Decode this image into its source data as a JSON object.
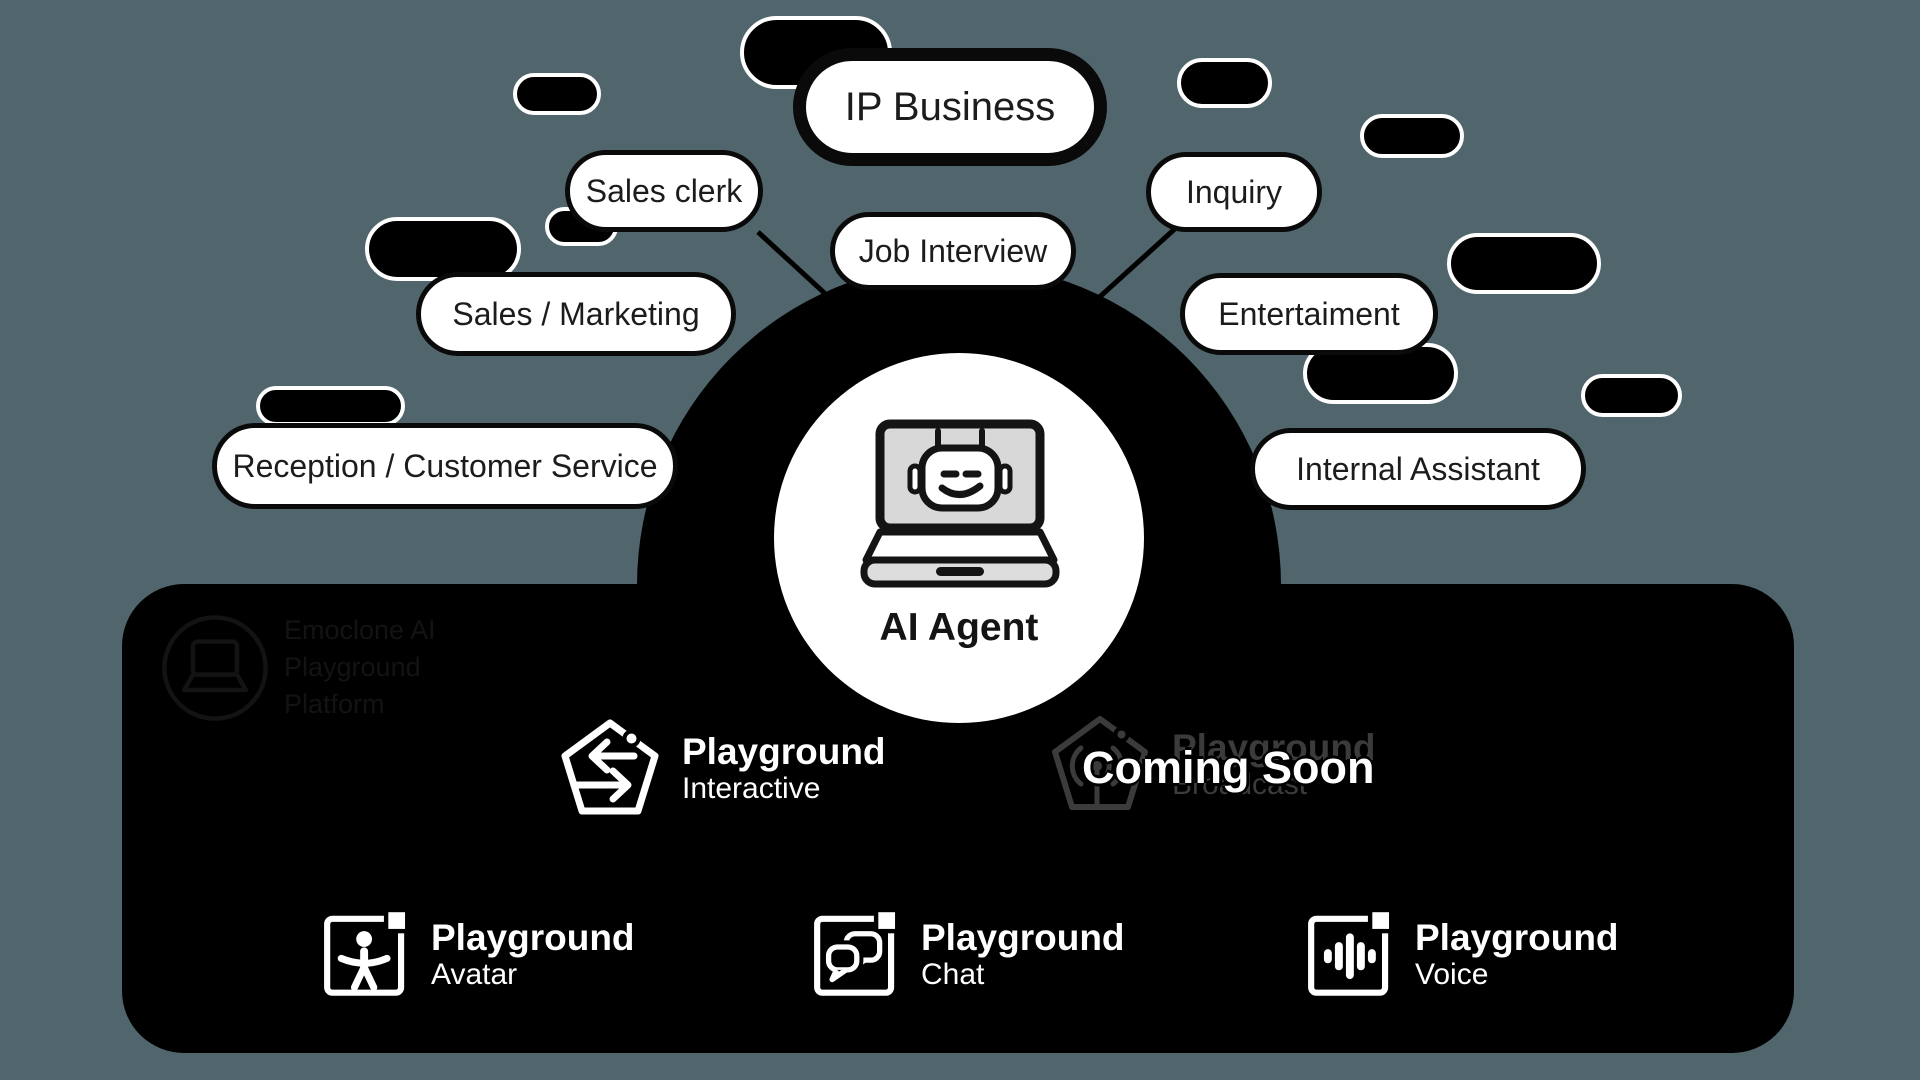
{
  "colors": {
    "background": "#50666c",
    "ink": "#000000",
    "paper": "#ffffff",
    "dimmed_gray": "#3b3b3b",
    "laptop_screen_gray": "#d8d8d8"
  },
  "bubbles": [
    {
      "label": "IP Business",
      "emphasized": true
    },
    {
      "label": "Sales clerk",
      "emphasized": false
    },
    {
      "label": "Job Interview",
      "emphasized": false
    },
    {
      "label": "Inquiry",
      "emphasized": false
    },
    {
      "label": "Sales / Marketing",
      "emphasized": false
    },
    {
      "label": "Entertaiment",
      "emphasized": false
    },
    {
      "label": "Reception / Customer Service",
      "emphasized": false
    },
    {
      "label": "Internal Assistant",
      "emphasized": false
    }
  ],
  "center_hub": {
    "label": "AI Agent",
    "icon": "ai-agent-laptop-icon"
  },
  "panel": {
    "logo": {
      "icon": "logo-circle-icon",
      "lines": [
        "Emoclone AI",
        "Playground",
        "Platform"
      ]
    },
    "coming_soon_label": "Coming Soon",
    "features": [
      {
        "title": "Playground",
        "subtitle": "Interactive",
        "icon": "pentagon-arrows-icon",
        "state": "available"
      },
      {
        "title": "Playground",
        "subtitle": "Broadcast",
        "icon": "pentagon-broadcast-icon",
        "state": "coming-soon"
      },
      {
        "title": "Playground",
        "subtitle": "Avatar",
        "icon": "avatar-person-icon",
        "state": "available"
      },
      {
        "title": "Playground",
        "subtitle": "Chat",
        "icon": "chat-bubbles-icon",
        "state": "available"
      },
      {
        "title": "Playground",
        "subtitle": "Voice",
        "icon": "voice-waveform-icon",
        "state": "available"
      }
    ]
  }
}
